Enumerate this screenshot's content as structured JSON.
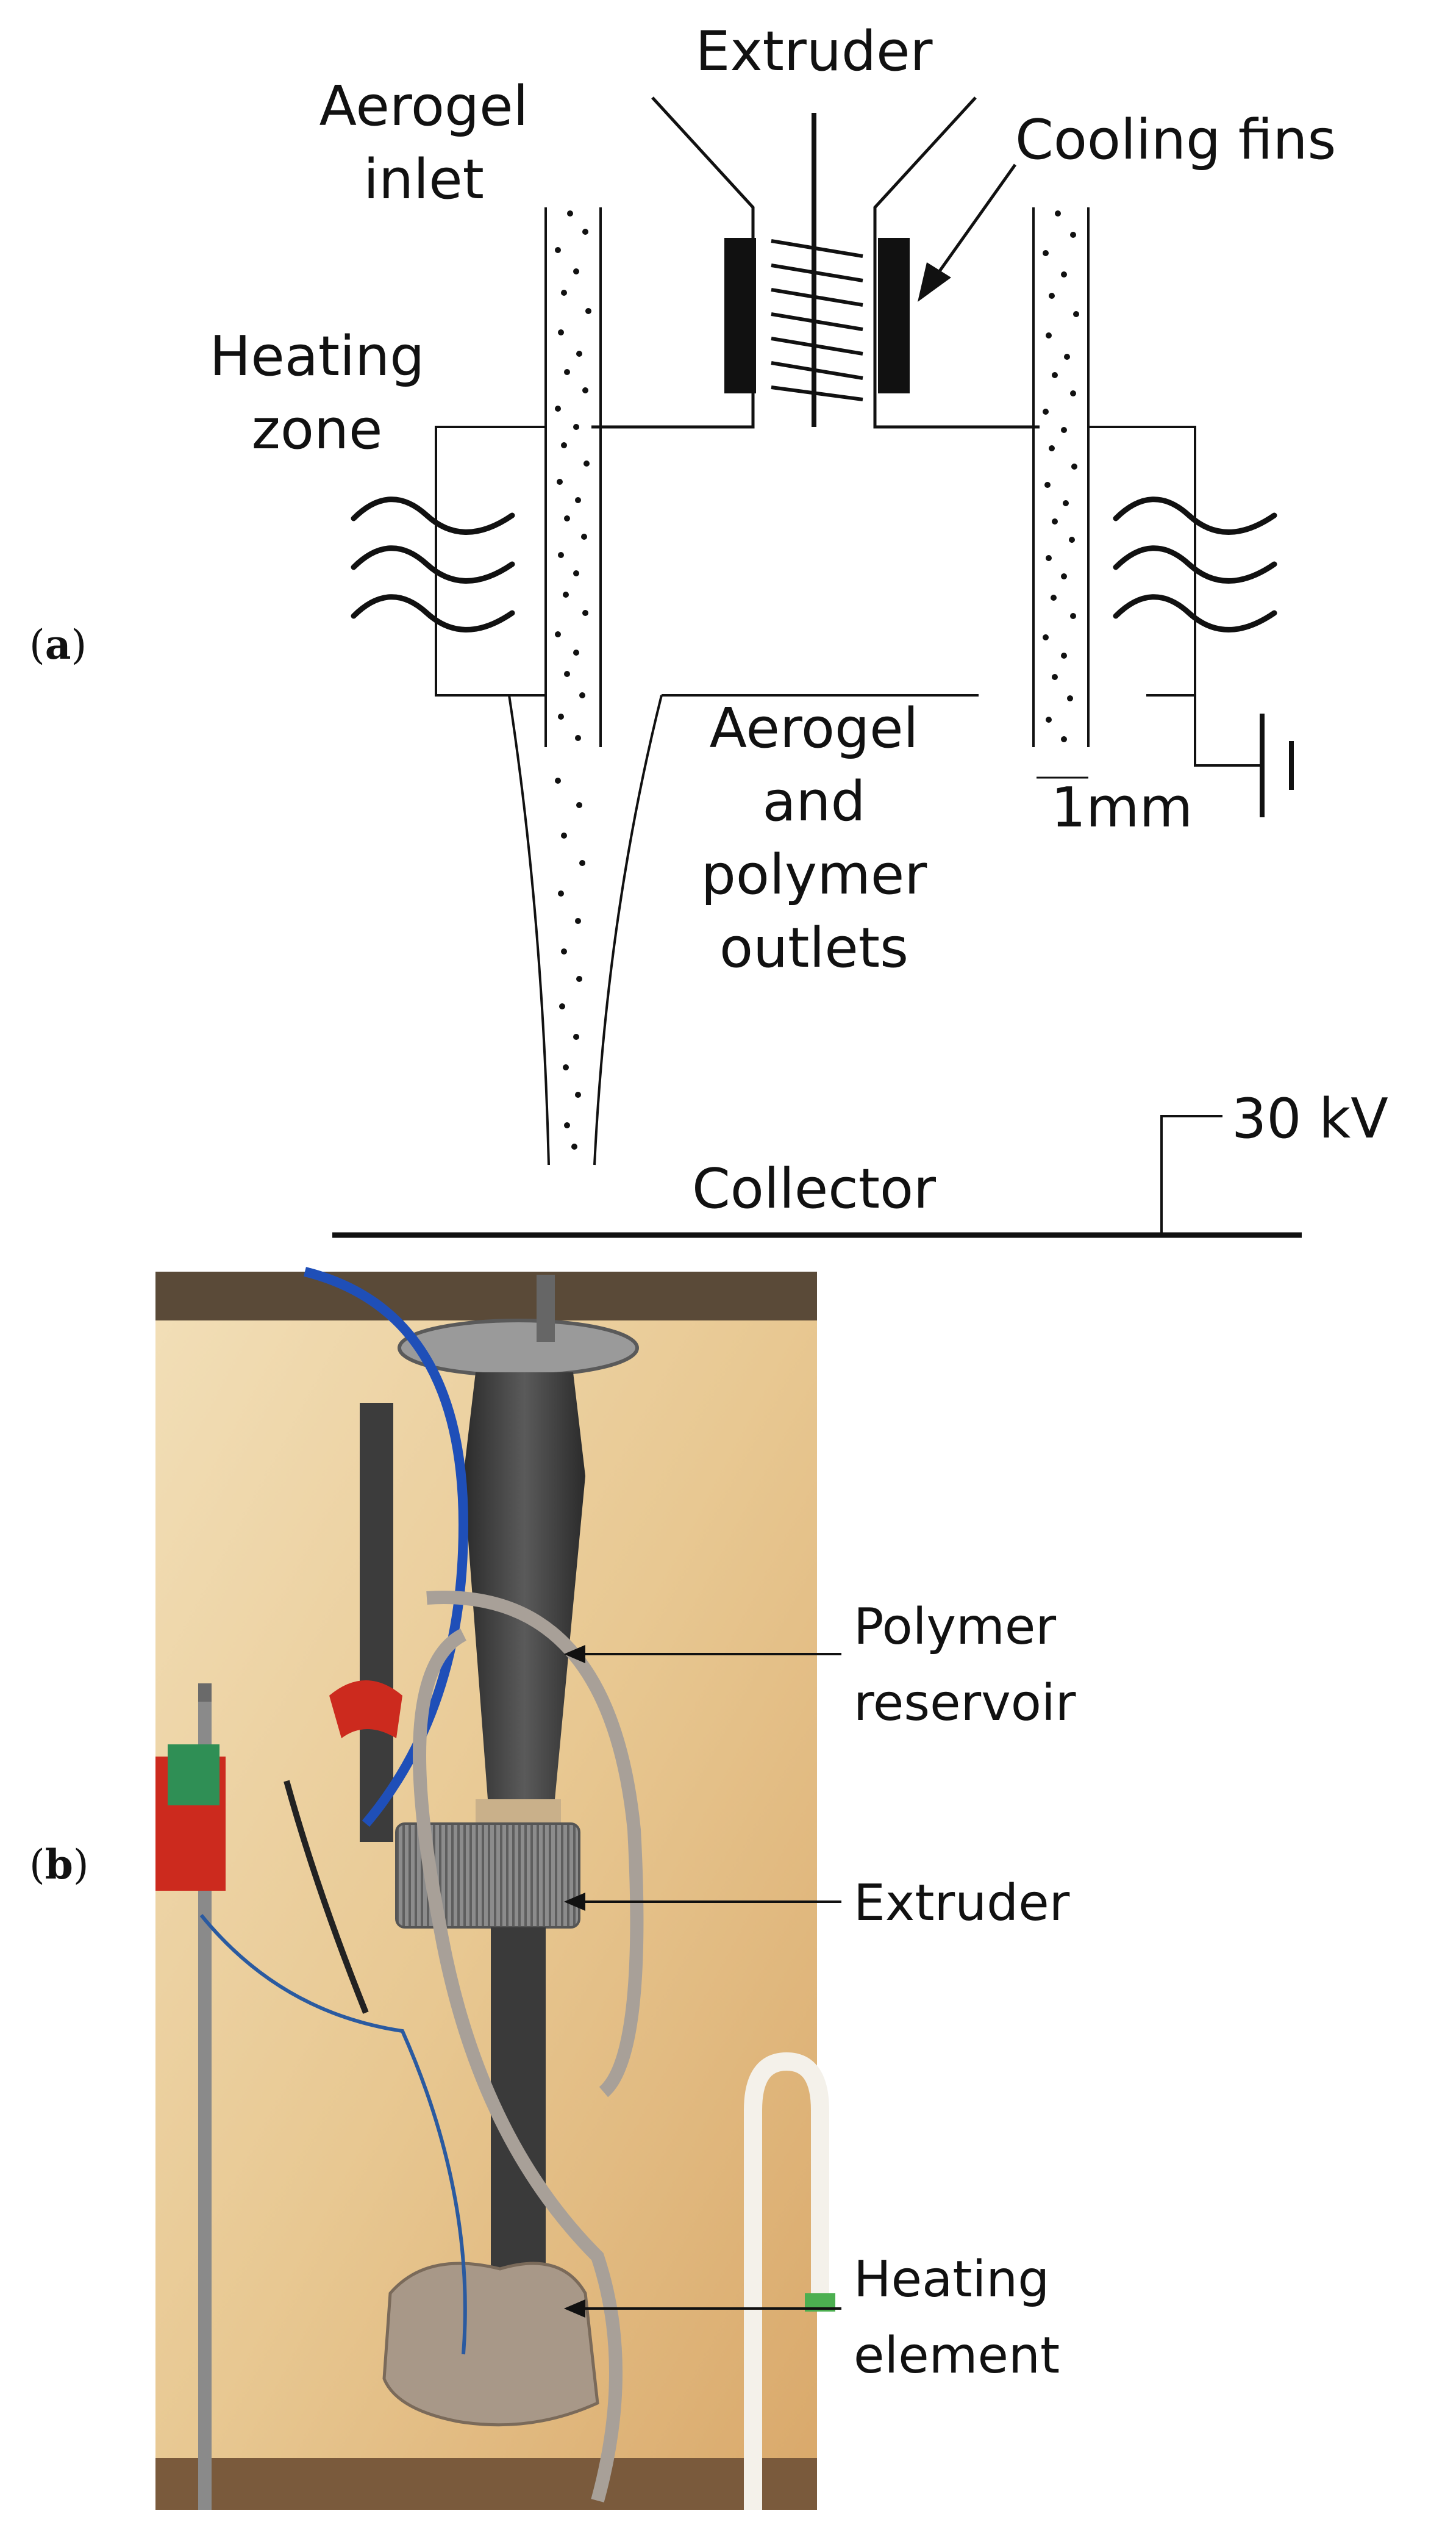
{
  "panel_a": {
    "label_open": "(",
    "label_letter": "a",
    "label_close": ")",
    "extruder": "Extruder",
    "cooling_fins": "Cooling fins",
    "aerogel_inlet_line1": "Aerogel",
    "aerogel_inlet_line2": "inlet",
    "heating_zone_line1": "Heating",
    "heating_zone_line2": "zone",
    "outlets_line1": "Aerogel",
    "outlets_line2": "and",
    "outlets_line3": "polymer",
    "outlets_line4": "outlets",
    "scale": "1mm",
    "voltage": "30 kV",
    "collector": "Collector"
  },
  "panel_b": {
    "label_open": "(",
    "label_letter": "b",
    "label_close": ")",
    "polymer_reservoir_line1": "Polymer",
    "polymer_reservoir_line2": "reservoir",
    "extruder": "Extruder",
    "heating_element_line1": "Heating",
    "heating_element_line2": "element"
  },
  "colors": {
    "line": "#111111",
    "photo_wall": "#e6c79a",
    "photo_dark": "#3a3a3a",
    "red_clamp": "#cc2a1e",
    "blue_cable": "#1f4fb8"
  }
}
